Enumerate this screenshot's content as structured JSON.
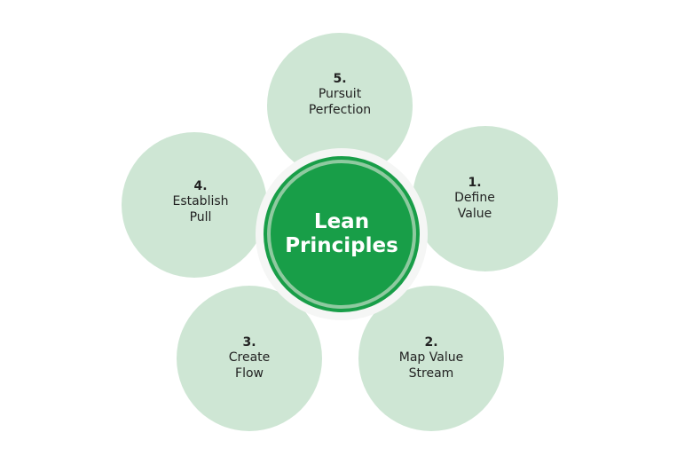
{
  "diagram": {
    "center": {
      "title_line1": "Lean",
      "title_line2": "Principles"
    },
    "petals": [
      {
        "number": "1.",
        "lines": [
          "Define",
          "Value"
        ]
      },
      {
        "number": "2.",
        "lines": [
          "Map Value",
          "Stream"
        ]
      },
      {
        "number": "3.",
        "lines": [
          "Create",
          "Flow"
        ]
      },
      {
        "number": "4.",
        "lines": [
          "Establish",
          "Pull"
        ]
      },
      {
        "number": "5.",
        "lines": [
          "Pursuit",
          "Perfection"
        ]
      }
    ]
  },
  "colors": {
    "background": "#ffffff",
    "petal_fill": "#cee6d4",
    "center_fill": "#189e48",
    "center_inner_ring": "#8fcaa0",
    "center_outer_ring": "#f5f6f5",
    "text_dark": "#222222",
    "text_light": "#ffffff"
  }
}
